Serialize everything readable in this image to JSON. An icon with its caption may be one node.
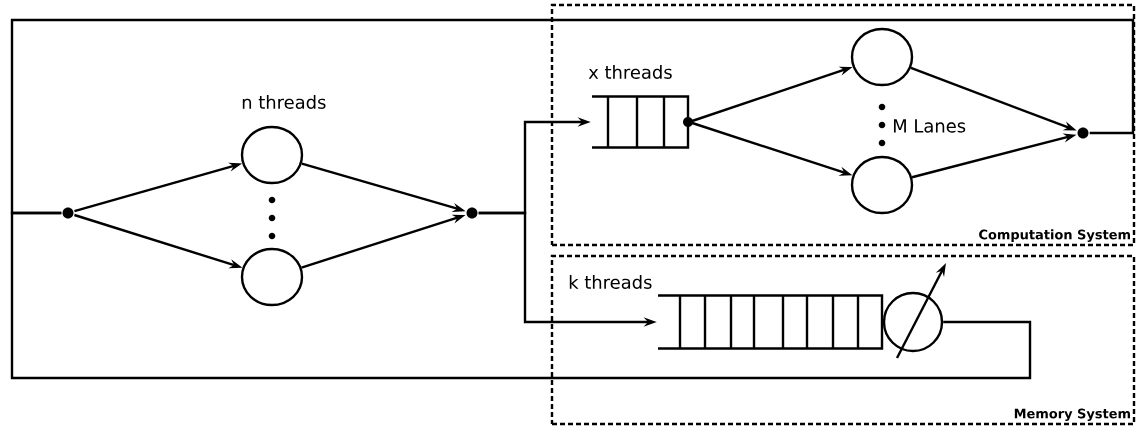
{
  "diagram": {
    "nodes": [
      {
        "text": [
          "Computation System"
        ]
      },
      {
        "text": [
          "Memory System"
        ]
      },
      {
        "text": [],
        "shape": "circle"
      },
      {
        "text": [],
        "shape": "circle"
      },
      {
        "text": [],
        "shape": "circle"
      },
      {
        "text": [],
        "shape": "circle"
      },
      {
        "text": [],
        "shape": "box",
        "in": 0,
        "beside": [
          "x threads"
        ]
      },
      {
        "text": [],
        "shape": "circle",
        "in": 0
      },
      {
        "text": [],
        "shape": "circle",
        "in": 0
      },
      {
        "text": [],
        "shape": "circle",
        "in": 0
      },
      {
        "text": [],
        "shape": "box",
        "in": 1,
        "beside": [
          "k threads"
        ]
      },
      {
        "text": [],
        "shape": "circle",
        "in": 1
      }
    ],
    "edges": [
      {
        "from": 2,
        "to": 3,
        "arrow": "to"
      },
      {
        "from": 2,
        "to": 4,
        "arrow": "to"
      },
      {
        "from": 3,
        "to": 5,
        "arrow": "to"
      },
      {
        "from": 4,
        "to": 5,
        "arrow": "to"
      },
      {
        "from": 5,
        "to": 6,
        "arrow": "to"
      },
      {
        "from": 5,
        "to": 10,
        "arrow": "to"
      },
      {
        "from": 6,
        "to": 7,
        "arrow": "to"
      },
      {
        "from": 6,
        "to": 8,
        "arrow": "to"
      },
      {
        "from": 7,
        "to": 9,
        "arrow": "to"
      },
      {
        "from": 8,
        "to": 9,
        "arrow": "to"
      },
      {
        "from": 9,
        "to": 2,
        "arrow": "none"
      },
      {
        "from": 11,
        "to": 2,
        "arrow": "none"
      }
    ],
    "labels": [
      "n threads",
      "M Lanes"
    ]
  }
}
